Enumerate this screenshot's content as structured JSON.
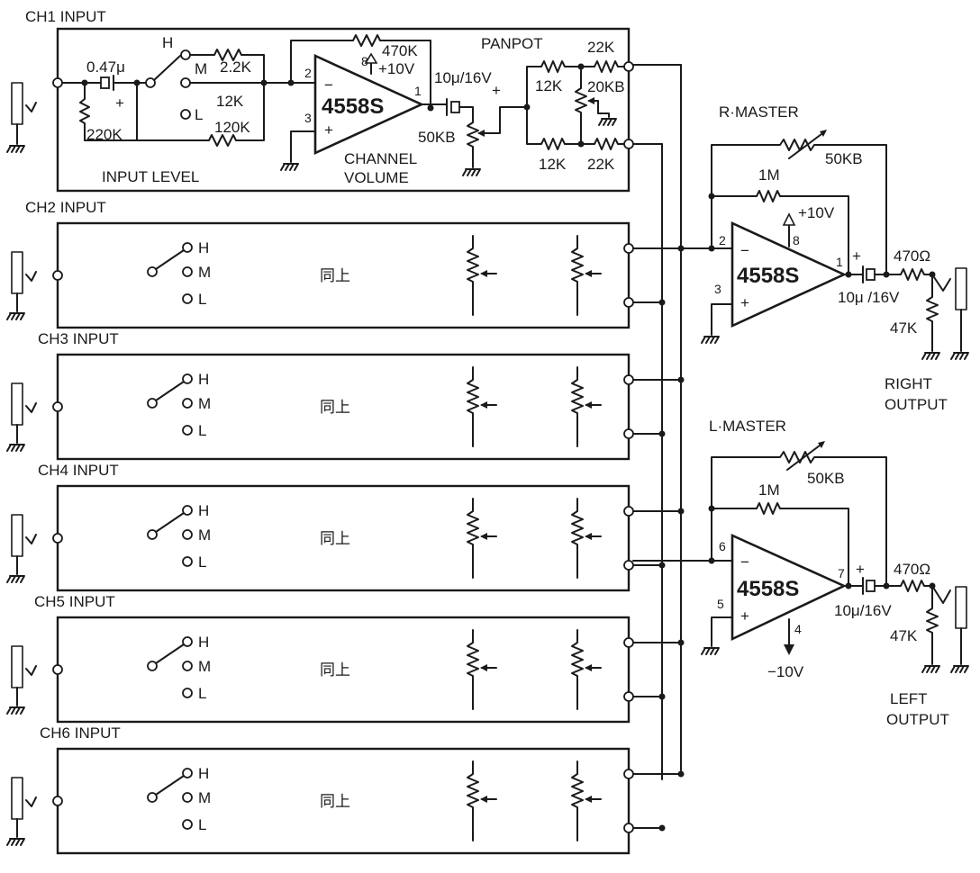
{
  "channels": [
    {
      "title": "CH1 INPUT"
    },
    {
      "title": "CH2 INPUT",
      "same_note": "同上"
    },
    {
      "title": "CH3 INPUT",
      "same_note": "同上"
    },
    {
      "title": "CH4 INPUT",
      "same_note": "同上"
    },
    {
      "title": "CH5 INPUT",
      "same_note": "同上"
    },
    {
      "title": "CH6 INPUT",
      "same_note": "同上"
    }
  ],
  "switch_positions": [
    "H",
    "M",
    "L"
  ],
  "ch1": {
    "input_cap": "0.47μ",
    "input_res": "220K",
    "input_level_label": "INPUT  LEVEL",
    "res_h": "2.2K",
    "res_m": "12K",
    "res_l": "120K",
    "feedback_res": "470K",
    "supply": "+10V",
    "opamp": "4558S",
    "pin_inv": "2",
    "pin_noninv": "3",
    "pin_out": "1",
    "pin_vcc": "8",
    "minus": "−",
    "plus": "+",
    "out_cap": "10μ/16V",
    "volume_pot": "50KB",
    "volume_label_1": "CHANNEL",
    "volume_label_2": "VOLUME",
    "panpot_label": "PANPOT",
    "pan_r_top_left": "12K",
    "pan_r_top_right": "22K",
    "pan_pot": "20KB",
    "pan_r_bot_left": "12K",
    "pan_r_bot_right": "22K"
  },
  "r_master": {
    "title": "R·MASTER",
    "pot": "50KB",
    "feedback": "1M",
    "supply": "+10V",
    "opamp": "4558S",
    "pin_inv": "2",
    "pin_noninv": "3",
    "pin_out": "1",
    "pin_vcc": "8",
    "cap": "10μ /16V",
    "series_res": "470Ω",
    "load_res": "47K",
    "output_label_1": "RIGHT",
    "output_label_2": "OUTPUT"
  },
  "l_master": {
    "title": "L·MASTER",
    "pot": "50KB",
    "feedback": "1M",
    "supply": "−10V",
    "opamp": "4558S",
    "pin_inv": "6",
    "pin_noninv": "5",
    "pin_out": "7",
    "pin_vee": "4",
    "cap": "10μ/16V",
    "series_res": "470Ω",
    "load_res": "47K",
    "output_label_1": "LEFT",
    "output_label_2": "OUTPUT"
  }
}
